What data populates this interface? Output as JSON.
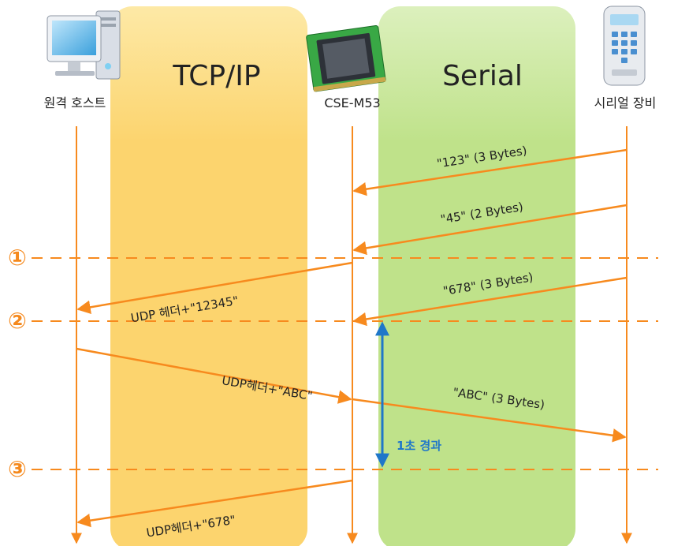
{
  "zones": {
    "tcp_label": "TCP/IP",
    "serial_label": "Serial"
  },
  "entities": {
    "remote_host": "원격 호스트",
    "device": "CSE-M53",
    "serial_device": "시리얼 장비"
  },
  "markers": {
    "m1": "①",
    "m2": "②",
    "m3": "③"
  },
  "messages": {
    "msg_123": "\"123\" (3 Bytes)",
    "msg_45": "\"45\" (2 Bytes)",
    "msg_678": "\"678\" (3 Bytes)",
    "msg_udp_12345": "UDP 헤더+\"12345\"",
    "msg_udp_abc": "UDP헤더+\"ABC\"",
    "msg_abc": "\"ABC\" (3 Bytes)",
    "msg_udp_678": "UDP헤더+\"678\""
  },
  "interval_label": "1초 경과",
  "colors": {
    "arrow": "#f78a1e",
    "tcp_zone": "#fcd46e",
    "serial_zone": "#bfe28a",
    "timer": "#1f77c9",
    "marker": "#f5891d"
  }
}
